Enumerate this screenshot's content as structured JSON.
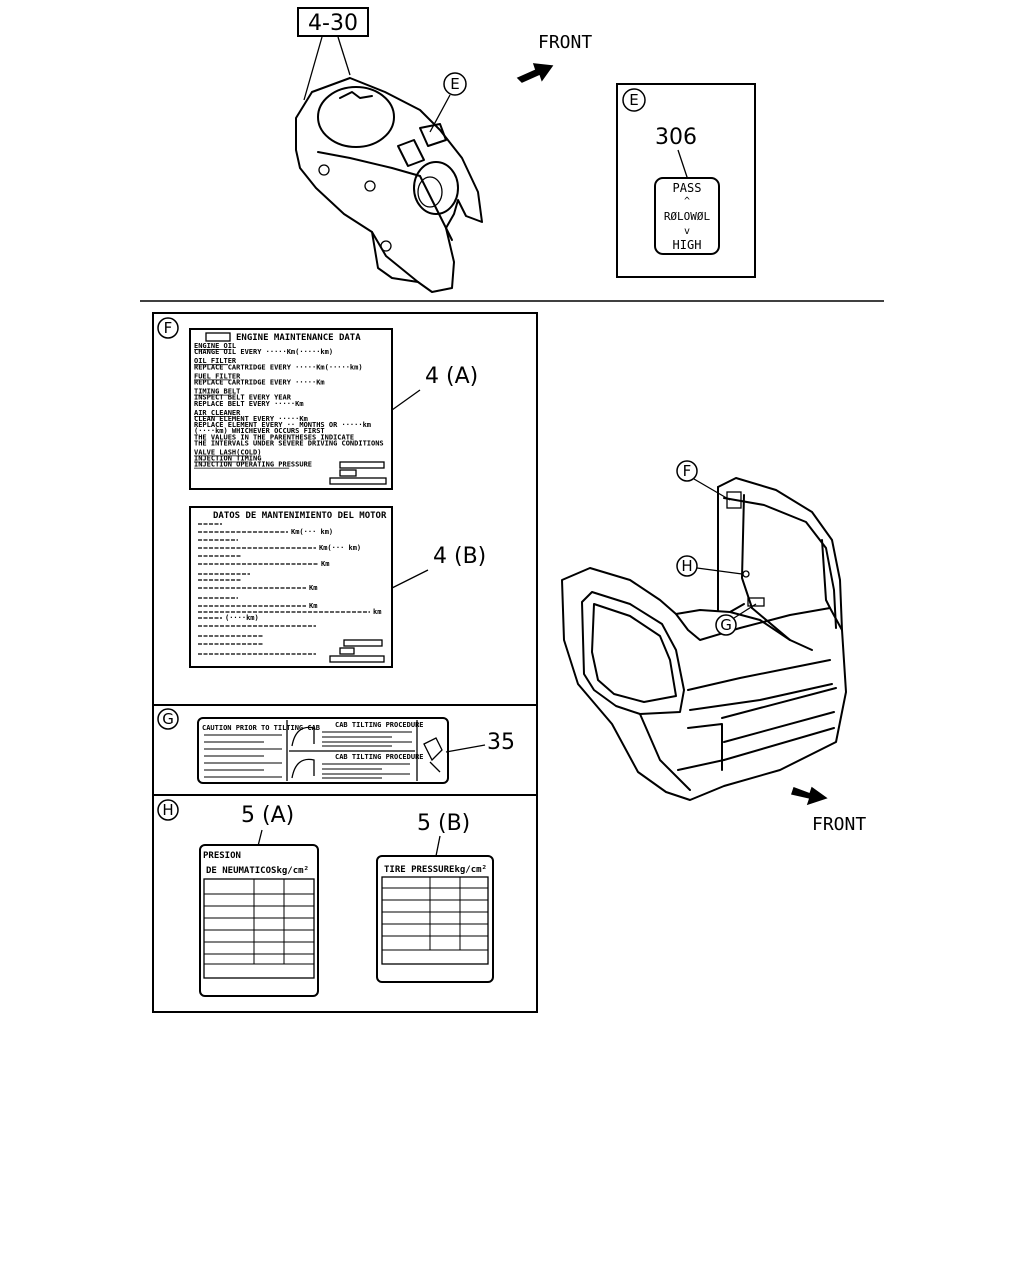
{
  "refs": {
    "ref_4_30": "4-30",
    "ref_306": "306",
    "ref_4a": "4 (A)",
    "ref_4b": "4 (B)",
    "ref_35": "35",
    "ref_5a": "5 (A)",
    "ref_5b": "5 (B)"
  },
  "directions": {
    "front_top": "FRONT",
    "front_bottom": "FRONT"
  },
  "callouts": {
    "E": "E",
    "F": "F",
    "G": "G",
    "H": "H"
  },
  "switch_label": {
    "pass": "PASS",
    "low": "RØLOWØL",
    "high": "HIGH"
  },
  "label_4a": {
    "title": "ENGINE MAINTENANCE DATA",
    "lines": [
      "ENGINE OIL",
      "CHANGE OIL EVERY ·····Km(·····km)",
      "OIL FILTER",
      "REPLACE CARTRIDGE EVERY ·····Km(·····km)",
      "FUEL FILTER",
      "REPLACE CARTRIDGE EVERY ·····Km",
      "TIMING BELT",
      "INSPECT BELT EVERY YEAR",
      "REPLACE BELT EVERY ·····Km",
      "AIR CLEANER",
      "CLEAN ELEMENT EVERY ·····Km",
      "REPLACE ELEMENT EVERY ·· MONTHS OR ·····km",
      "(····km) WHICHEVER OCCURS FIRST",
      "THE VALUES IN THE PARENTHESES INDICATE",
      "THE INTERVALS UNDER SEVERE DRIVING CONDITIONS",
      "VALVE LASH(COLD)",
      "INJECTION TIMING",
      "INJECTION OPERATING PRESSURE"
    ]
  },
  "label_4b": {
    "title": "DATOS DE MANTENIMIENTO DEL MOTOR",
    "units": [
      "Km(··· km)",
      "Km(··· km)",
      "Km",
      "Km",
      "Km",
      "km",
      "(····km)"
    ]
  },
  "label_35": {
    "title_left": "CAUTION PRIOR TO TILTING CAB",
    "title_top": "CAB TILTING PROCEDURE",
    "title_bottom": "CAB TILTING PROCEDURE"
  },
  "label_5a": {
    "line1": "PRESION",
    "line2": "DE NEUMATICOSkg/cm²"
  },
  "label_5b": {
    "line1": "TIRE PRESSUREkg/cm²"
  }
}
